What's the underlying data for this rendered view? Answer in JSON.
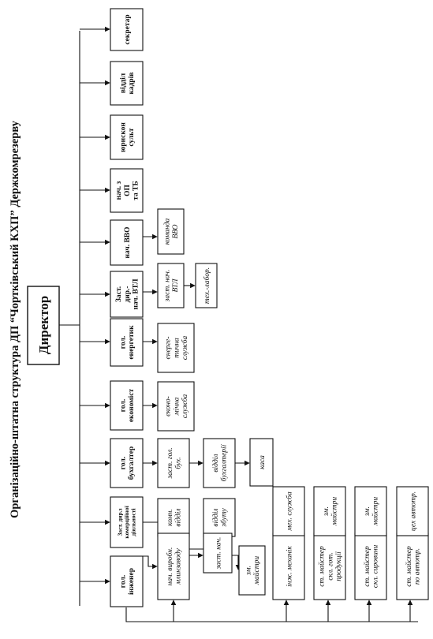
{
  "title": "Організаційно-штатна структура ДП “Чортківський КХП” Держкомрезерву",
  "director": "Директор",
  "units": {
    "sekretar": [
      "секретар"
    ],
    "viddil_kadriv": [
      "відділ",
      "кадрів"
    ],
    "yuryskonsult": [
      "юрискон",
      "сульт"
    ],
    "nach_op_tb": [
      "нач. з",
      "ОП",
      "та ТБ"
    ],
    "nach_vvo": [
      "нач. ВВО"
    ],
    "komanda_vvo": [
      "команда",
      "ВВО"
    ],
    "zast_dyr_vtl": [
      "Заст.",
      "дир.-",
      "нач. ВТЛ"
    ],
    "zast_nach_vtl": [
      "заст. нач.",
      "ВТЛ"
    ],
    "tekh_labor": [
      "тех.-лабор."
    ],
    "hol_enerhetyk": [
      "гол.",
      "енергетик"
    ],
    "enerh_sluzhba": [
      "енерге-",
      "тична",
      "служба"
    ],
    "hol_ekonomist": [
      "гол.",
      "економіст"
    ],
    "ekonom_sluzhba": [
      "еконо-",
      "мічна",
      "служба"
    ],
    "hol_bukhhalter": [
      "гол.",
      "бухгалтер"
    ],
    "zast_hol_bukh": [
      "заст. гол.",
      "бух."
    ],
    "viddil_bukhhalterii": [
      "відділ",
      "бухгалтерії"
    ],
    "kasa": [
      "каса"
    ],
    "zast_dyr_komerts": [
      "Заст. дир.з",
      "комерційної",
      "діяльності"
    ],
    "komn_viddil": [
      "комн.",
      "відділ"
    ],
    "viddil_zbutu": [
      "відділ",
      "збуту"
    ],
    "hol_inzhener": [
      "гол.",
      "інженер"
    ],
    "nach_vyrobn": [
      "нач. виробн.",
      "млинзаводу"
    ],
    "zast_nach": [
      "заст. нач."
    ],
    "zm_maistry_1": [
      "зм.",
      "майстри"
    ],
    "inzh_mekhanik": [
      "інж. механік"
    ],
    "mekh_sluzhba": [
      "мех. служба"
    ],
    "st_maister_hot": [
      "ст. майстер",
      "скл. гот.",
      "продукції"
    ],
    "zm_maistry_2": [
      "зм.",
      "майстри"
    ],
    "st_maister_syrov": [
      "ст. майстер",
      "скл. сировини"
    ],
    "zm_maistry_3": [
      "зм.",
      "майстри"
    ],
    "st_maister_avtotr": [
      "ст. майстер",
      "по автотр."
    ],
    "tsekh_avtotr": [
      "цех автотр."
    ]
  }
}
